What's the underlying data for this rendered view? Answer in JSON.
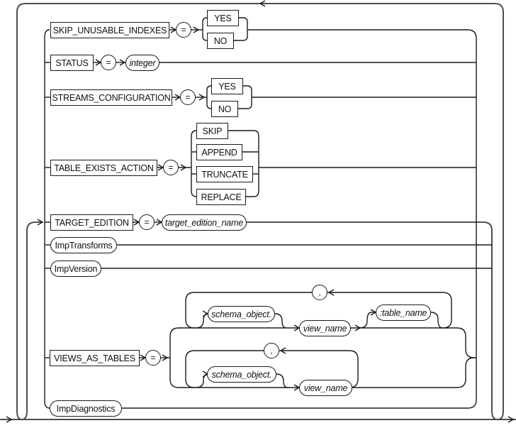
{
  "diagram": {
    "title": "import options syntax diagram",
    "nodes": {
      "skip_unusable_indexes": "SKIP_UNUSABLE_INDEXES",
      "status": "STATUS",
      "streams_configuration": "STREAMS_CONFIGURATION",
      "table_exists_action": "TABLE_EXISTS_ACTION",
      "target_edition": "TARGET_EDITION",
      "views_as_tables": "VIEWS_AS_TABLES",
      "yes": "YES",
      "no": "NO",
      "skip": "SKIP",
      "append": "APPEND",
      "truncate": "TRUNCATE",
      "replace": "REPLACE",
      "integer": "integer",
      "target_edition_name": "target_edition_name",
      "schema_object": "schema_object.",
      "view_name": "view_name",
      "table_name": ":table_name",
      "imp_transforms": "ImpTransforms",
      "imp_version": "ImpVersion",
      "imp_diagnostics": "ImpDiagnostics",
      "eq": "=",
      "comma": ","
    },
    "colors": {
      "line": "#1a1a1a",
      "outer_line": "#4d4d4d",
      "node_fill": "#ffffff"
    }
  }
}
